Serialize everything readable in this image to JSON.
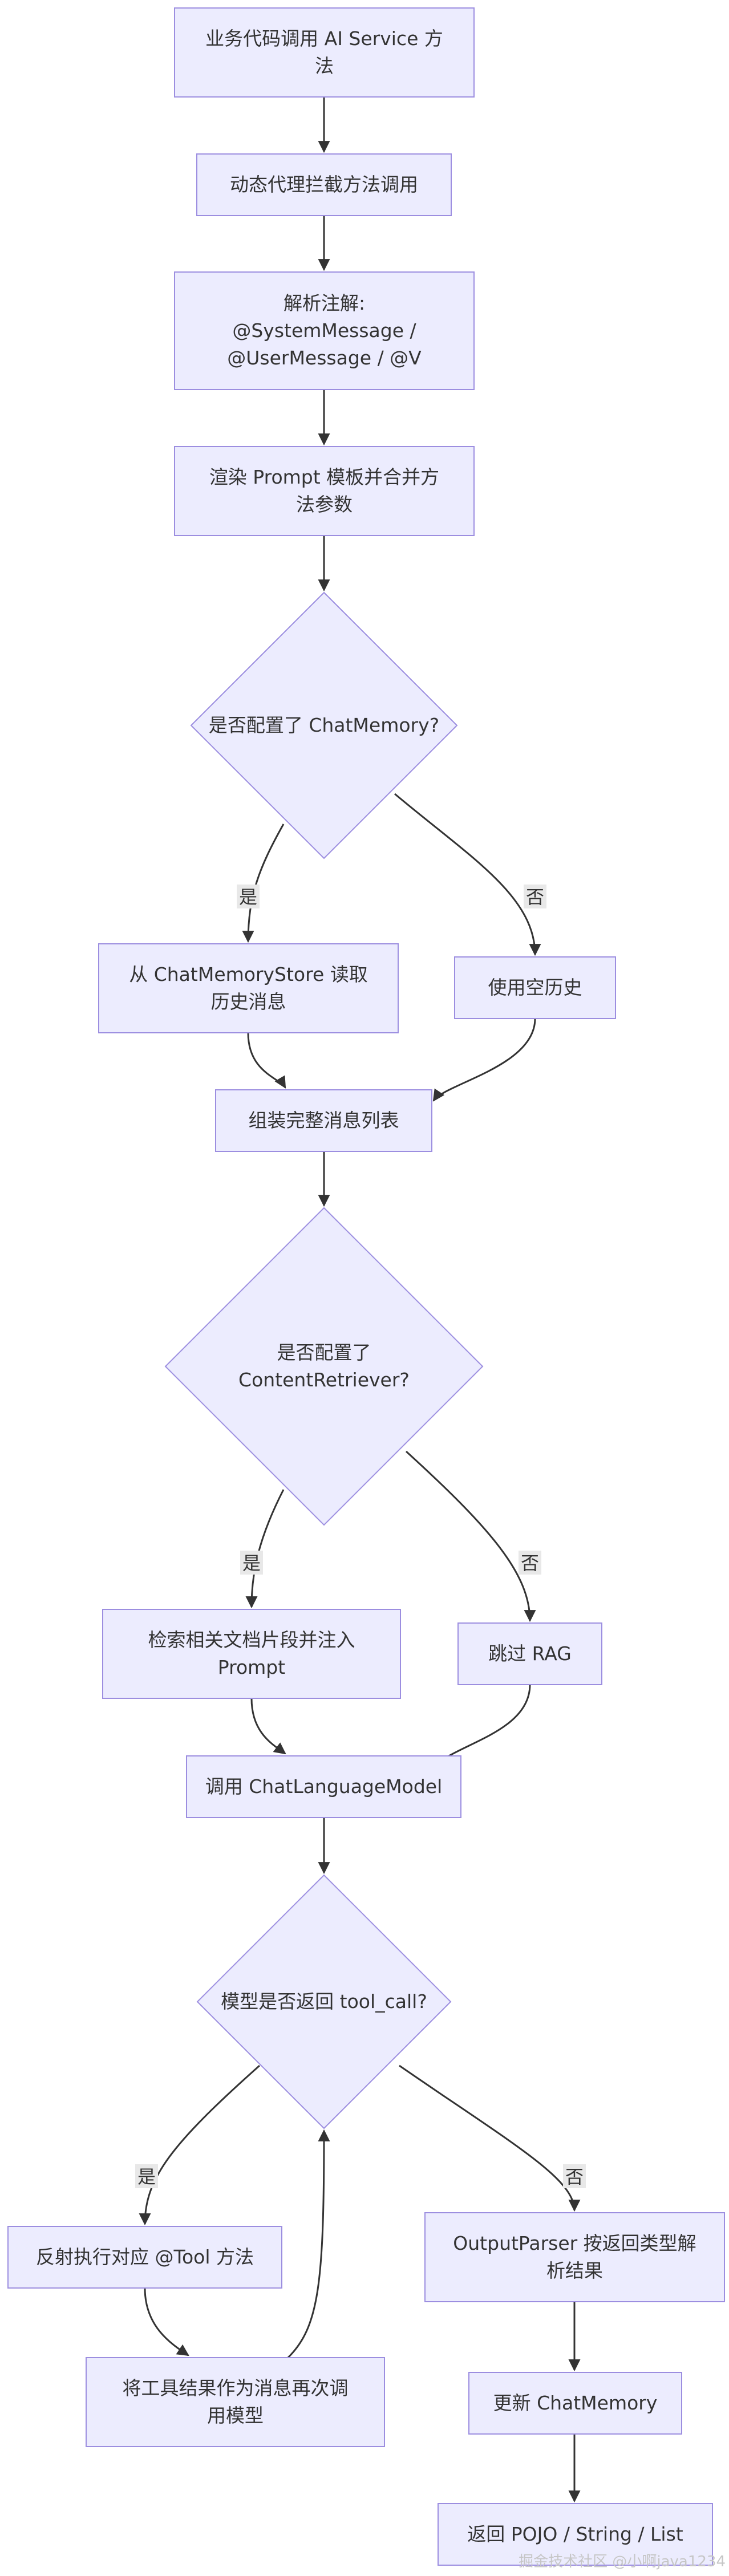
{
  "nodes": {
    "call_ai_service": [
      "业务代码调用 AI Service 方",
      "法"
    ],
    "dynamic_proxy": [
      "动态代理拦截方法调用"
    ],
    "parse_annotations": [
      "解析注解:",
      "@SystemMessage /",
      "@UserMessage / @V"
    ],
    "render_prompt": [
      "渲染 Prompt 模板并合并方",
      "法参数"
    ],
    "has_chat_memory": [
      "是否配置了 ChatMemory?"
    ],
    "read_history": [
      "从 ChatMemoryStore 读取",
      "历史消息"
    ],
    "empty_history": [
      "使用空历史"
    ],
    "assemble_messages": [
      "组装完整消息列表"
    ],
    "has_retriever": [
      "是否配置了",
      "ContentRetriever?"
    ],
    "retrieve_docs": [
      "检索相关文档片段并注入",
      "Prompt"
    ],
    "skip_rag": [
      "跳过 RAG"
    ],
    "call_model": [
      "调用 ChatLanguageModel"
    ],
    "returns_tool_call": [
      "模型是否返回 tool_call?"
    ],
    "invoke_tool": [
      "反射执行对应 @Tool 方法"
    ],
    "feed_tool_result": [
      "将工具结果作为消息再次调",
      "用模型"
    ],
    "output_parser": [
      "OutputParser 按返回类型解",
      "析结果"
    ],
    "update_memory": [
      "更新 ChatMemory"
    ],
    "return_result": [
      "返回 POJO / String / List"
    ]
  },
  "edge_labels": {
    "memory_yes": "是",
    "memory_no": "否",
    "retriever_yes": "是",
    "retriever_no": "否",
    "tool_yes": "是",
    "tool_no": "否"
  },
  "watermark": "掘金技术社区 @小啊java1234",
  "colors": {
    "node_fill": "#ececfe",
    "node_stroke": "#9c8ee0",
    "edge": "#333333",
    "label_bg": "#e8e8e8"
  }
}
